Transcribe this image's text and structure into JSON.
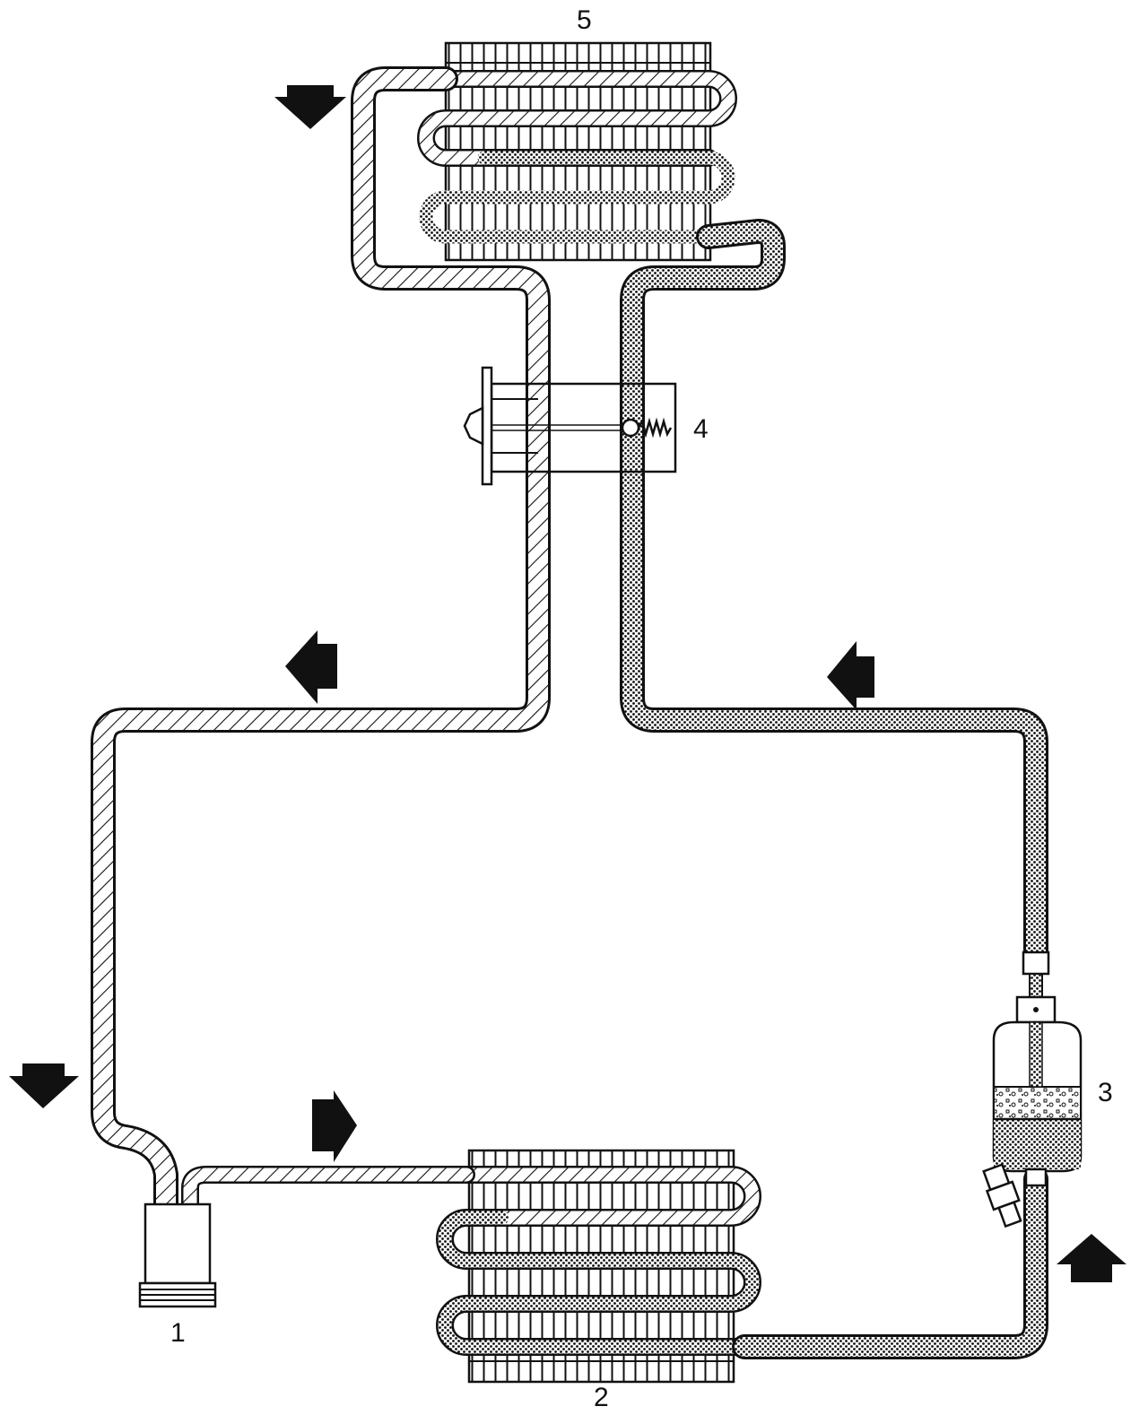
{
  "labels": {
    "compressor": "1",
    "condenser": "2",
    "receiver_drier": "3",
    "expansion_valve": "4",
    "evaporator": "5"
  },
  "colors": {
    "line": "#111111",
    "background": "#ffffff"
  }
}
